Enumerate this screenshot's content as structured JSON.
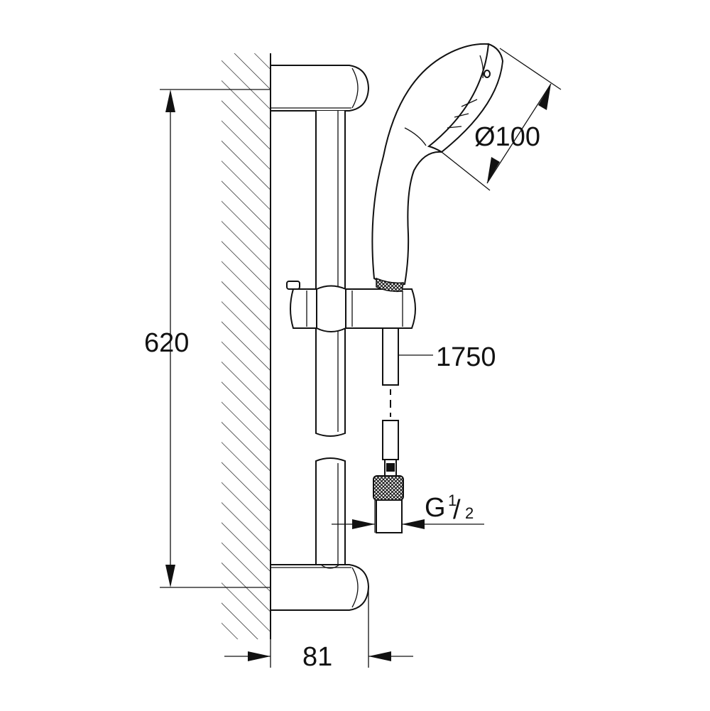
{
  "dimensions": {
    "height": "620",
    "depth": "81",
    "head_diameter": "Ø100",
    "hose_length": "1750",
    "thread_letter": "G",
    "thread_numerator": "1",
    "thread_denominator": "2"
  }
}
